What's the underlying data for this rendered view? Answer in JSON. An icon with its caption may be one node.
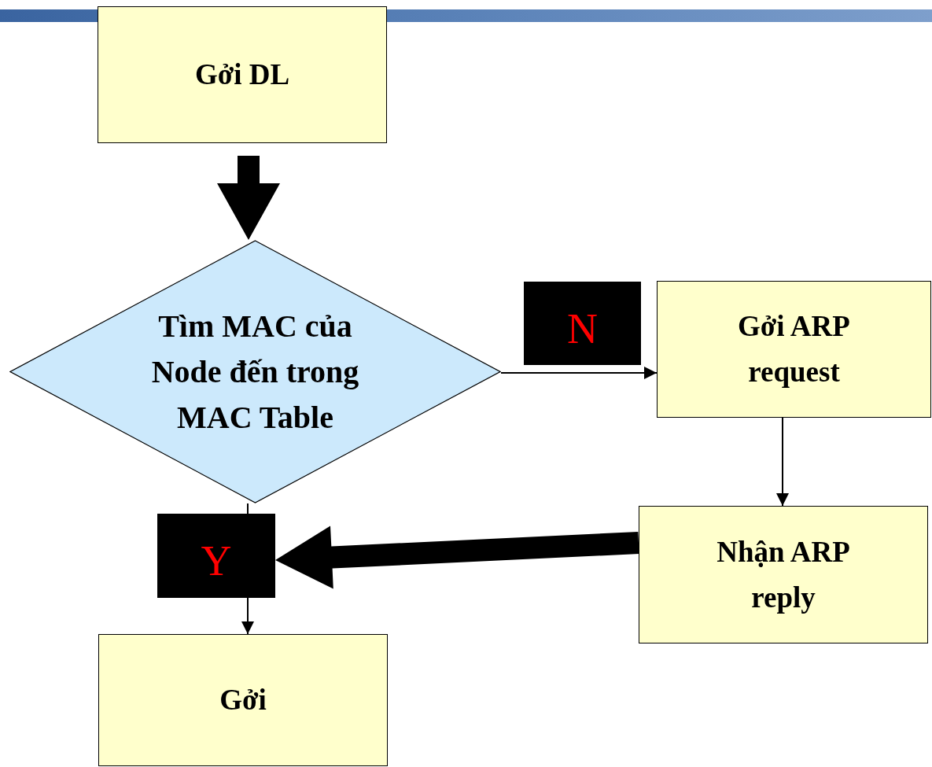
{
  "diagram": {
    "nodes": [
      {
        "text": [
          "Gởi DL"
        ]
      },
      {
        "text": [
          "Tìm MAC của Node đến trong MAC Table"
        ]
      },
      {
        "text": [
          "N"
        ]
      },
      {
        "text": [
          "Gởi ARP request"
        ]
      },
      {
        "text": [
          "Y"
        ]
      },
      {
        "text": [
          "Nhận ARP reply"
        ]
      },
      {
        "text": [
          "Gởi"
        ]
      }
    ],
    "edges": [
      {
        "from": 0,
        "to": 1,
        "arrow": "to",
        "style": "thick"
      },
      {
        "from": 1,
        "to": 3,
        "arrow": "to"
      },
      {
        "from": 3,
        "to": 5,
        "arrow": "to"
      },
      {
        "from": 5,
        "to": 4,
        "arrow": "to",
        "style": "thick"
      },
      {
        "from": 1,
        "to": 4,
        "arrow": "none"
      },
      {
        "from": 4,
        "to": 6,
        "arrow": "to"
      }
    ]
  }
}
